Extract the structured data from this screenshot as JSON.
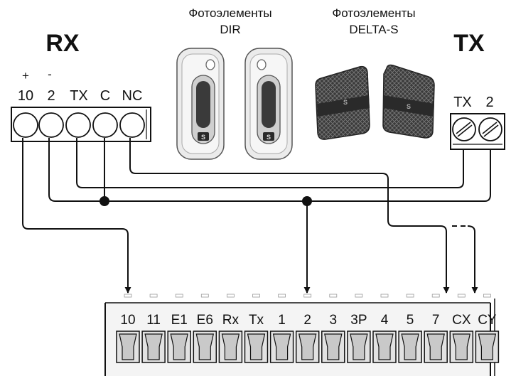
{
  "rx": {
    "title": "RX",
    "polarity_plus": "+",
    "polarity_minus": "-",
    "terminals": [
      "10",
      "2",
      "TX",
      "C",
      "NC"
    ]
  },
  "tx": {
    "title": "TX",
    "terminals": [
      "TX",
      "2"
    ]
  },
  "photocells": [
    {
      "line1": "Фотоэлементы",
      "line2": "DIR"
    },
    {
      "line1": "Фотоэлементы",
      "line2": "DELTA-S"
    }
  ],
  "board": {
    "terminals": [
      "10",
      "11",
      "E1",
      "E6",
      "Rx",
      "Tx",
      "1",
      "2",
      "3",
      "3P",
      "4",
      "5",
      "7",
      "CX",
      "CY"
    ]
  },
  "colors": {
    "wire": "#111111",
    "device_body": "#ebebeb",
    "device_lens": "#3a3a3a",
    "delta_body": "#333333",
    "terminal_fill": "#e2e2e2"
  },
  "icons": [
    "dir-photocell-icon",
    "delta-s-photocell-icon",
    "screw-terminal-icon",
    "arrow-down-icon",
    "junction-dot-icon"
  ]
}
